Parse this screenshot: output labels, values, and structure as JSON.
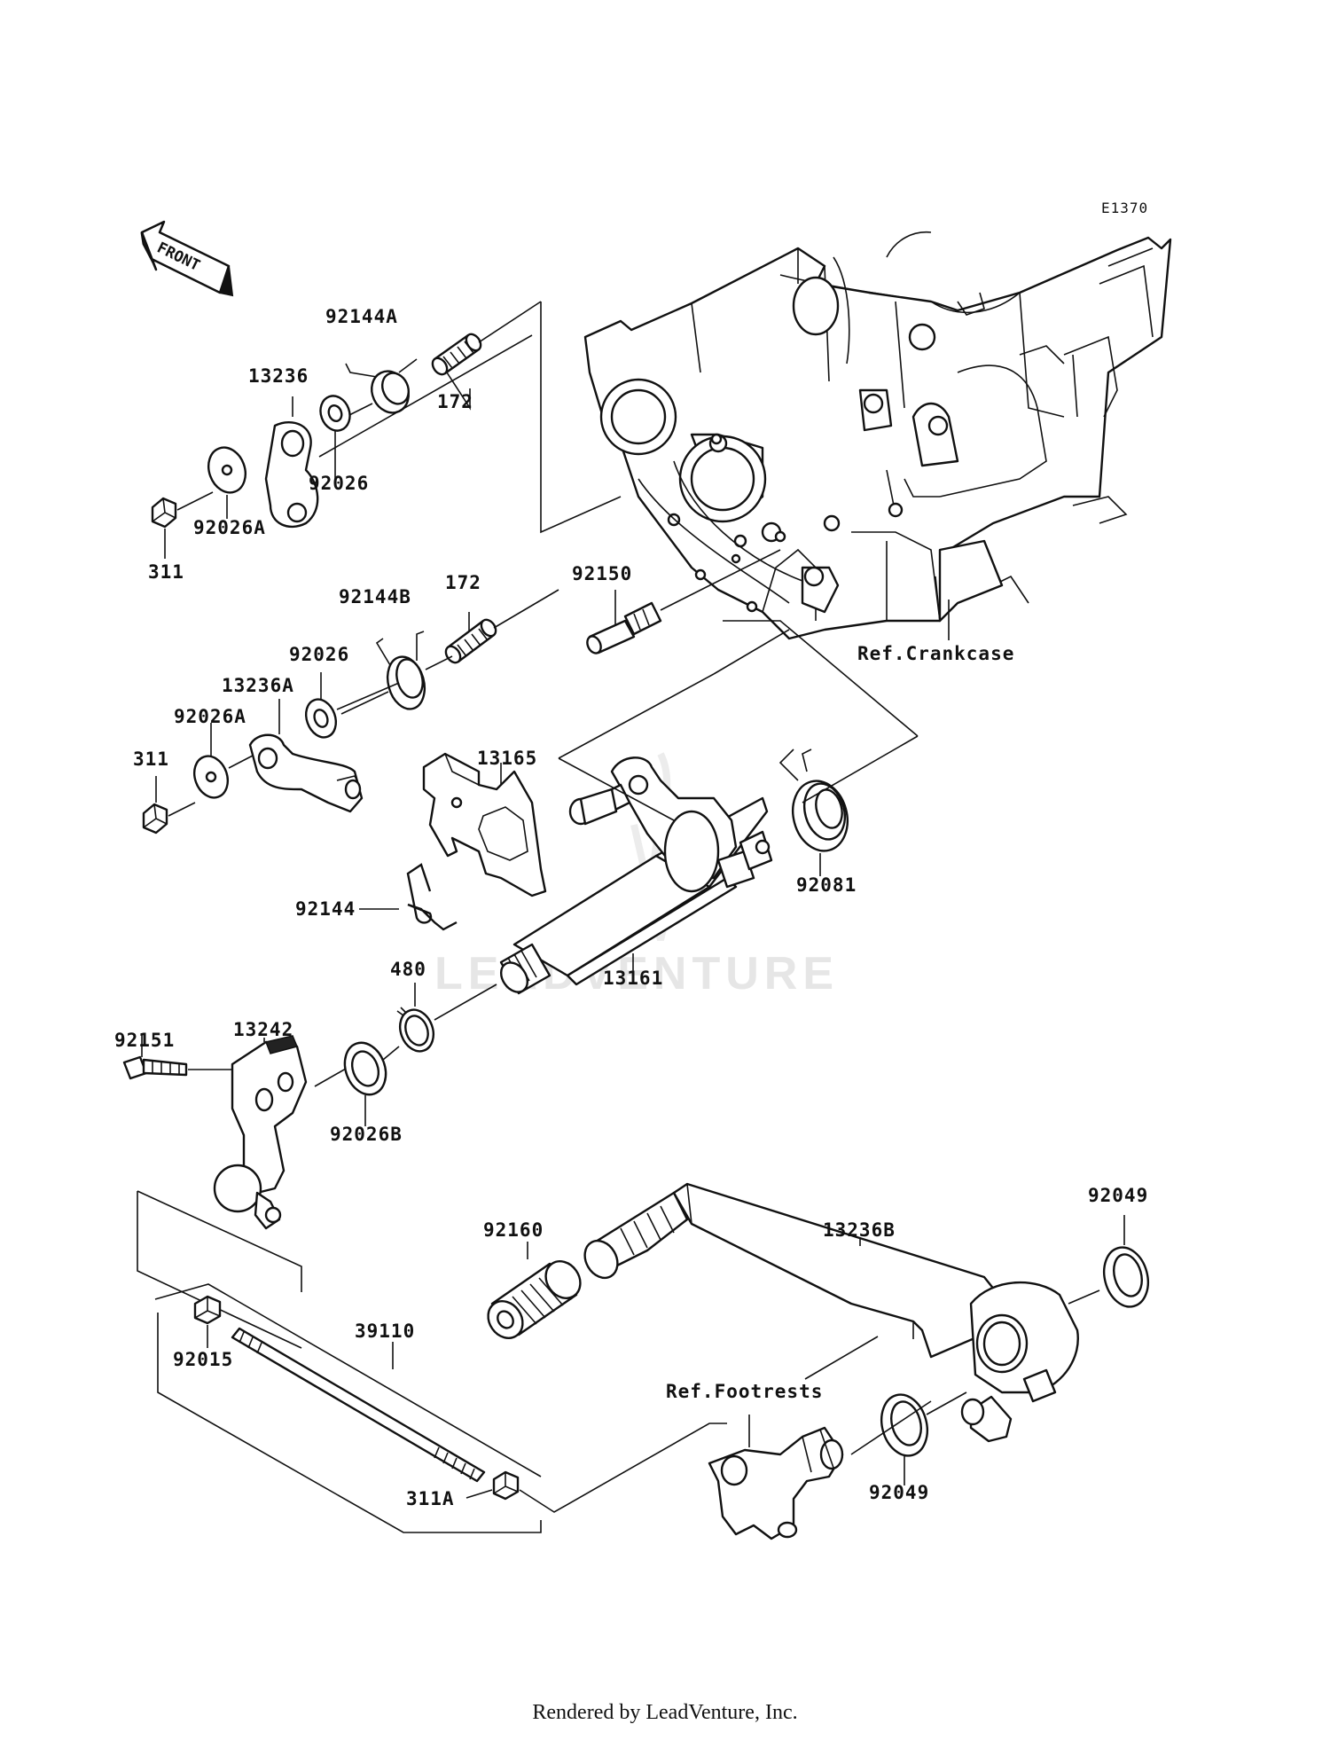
{
  "diagram": {
    "code": "E1370",
    "front_label": "FRONT",
    "watermark": "LEADVENTURE",
    "refs": {
      "crankcase": "Ref.Crankcase",
      "footrests": "Ref.Footrests"
    },
    "parts": {
      "p92144A": "92144A",
      "p172a": "172",
      "p13236": "13236",
      "p92026a": "92026",
      "p92026A": "92026A",
      "p311a": "311",
      "p92150": "92150",
      "p92144B": "92144B",
      "p172b": "172",
      "p92026b": "92026",
      "p13236A": "13236A",
      "p92026A2": "92026A",
      "p311b": "311",
      "p13165": "13165",
      "p92081": "92081",
      "p92144": "92144",
      "p13161": "13161",
      "p480": "480",
      "p92151": "92151",
      "p13242": "13242",
      "p92026B": "92026B",
      "p92049a": "92049",
      "p92160": "92160",
      "p13236B": "13236B",
      "p39110": "39110",
      "p92015": "92015",
      "p311A": "311A",
      "p92049b": "92049"
    }
  },
  "footer": {
    "text": "Rendered by LeadVenture, Inc."
  }
}
